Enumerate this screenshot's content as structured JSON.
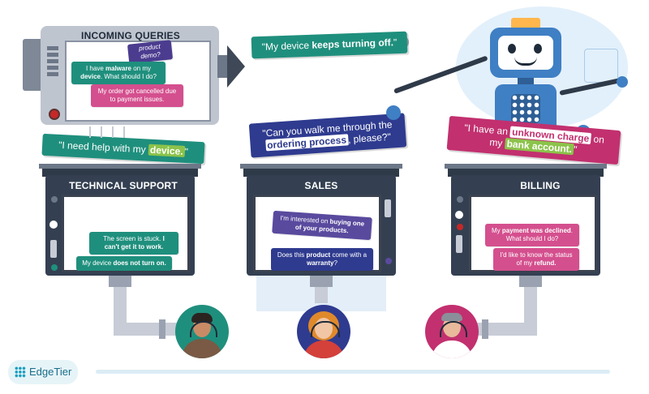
{
  "incoming": {
    "title": "INCOMING QUERIES",
    "bubble_top": "product demo?",
    "bubble_malware": [
      "I have ",
      "malware",
      " on my ",
      "device",
      ". What should I do?"
    ],
    "bubble_order": "My order got cancelled due to payment issues."
  },
  "signs": {
    "device_off": [
      "My device ",
      "keeps turning off."
    ],
    "need_help": [
      "I need help with my ",
      "device."
    ],
    "ordering": [
      "Can you walk me through the ",
      "ordering process",
      ", please?"
    ],
    "unknown_charge": [
      "I have an ",
      "unknown charge",
      " on my ",
      "bank account."
    ]
  },
  "technical": {
    "title": "TECHNICAL SUPPORT",
    "bubble1": [
      "The screen is stuck. ",
      "I can't get it to work."
    ],
    "bubble2": [
      "My device ",
      "does not turn on."
    ]
  },
  "sales": {
    "title": "SALES",
    "bubble1": [
      "I'm interested on ",
      "buying one of your products."
    ],
    "bubble2": [
      "Does this ",
      "product",
      " come with a ",
      "warranty",
      "?"
    ]
  },
  "billing": {
    "title": "BILLING",
    "bubble1": [
      "My ",
      "payment was declined",
      ". What should I do?"
    ],
    "bubble2": [
      "I'd like to know the status of my ",
      "refund."
    ]
  },
  "brand": {
    "name": "EdgeTier"
  },
  "colors": {
    "teal": "#1f8f7d",
    "navy": "#2f3b8f",
    "purple": "#5a4a9e",
    "magenta": "#c2306f",
    "pink": "#d44f8e",
    "lime": "#8bc34a",
    "robot_blue": "#3f7fc4"
  }
}
